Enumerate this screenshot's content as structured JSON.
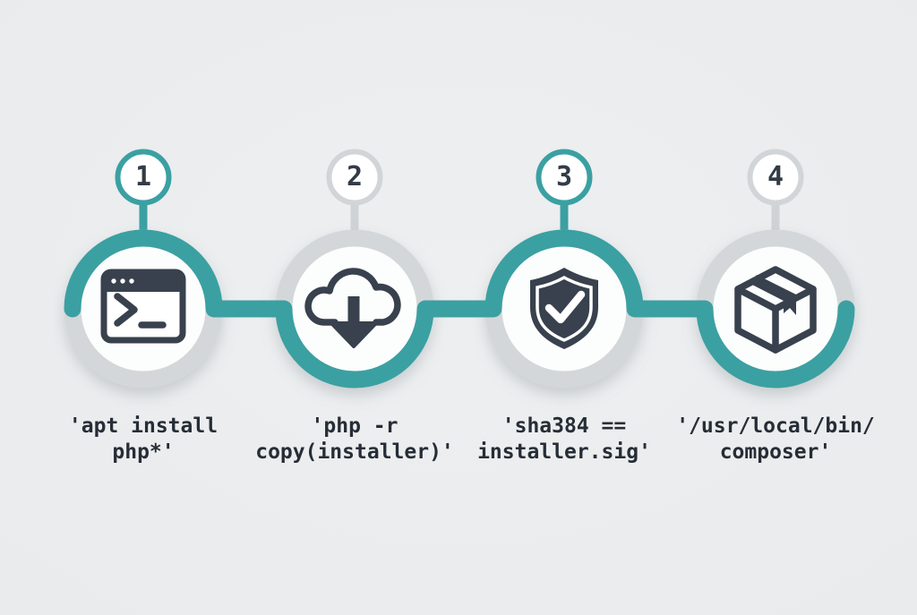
{
  "diagram": {
    "type": "process-timeline",
    "step_count": 4,
    "colors": {
      "accent_teal": "#3ba0a2",
      "ring_gray": "#d4d7d9",
      "stem_gray": "#cfd3d6",
      "icon_dark": "#38414d",
      "text_dark": "#262d36",
      "circle_fill": "#fcfdfd",
      "background": "#e9ebed"
    },
    "steps": [
      {
        "number": "1",
        "icon": "terminal-window-icon",
        "caption": "'apt install\nphp*'"
      },
      {
        "number": "2",
        "icon": "cloud-download-icon",
        "caption": "'php -r\ncopy(installer)'"
      },
      {
        "number": "3",
        "icon": "shield-check-icon",
        "caption": "'sha384 ==\ninstaller.sig'"
      },
      {
        "number": "4",
        "icon": "package-box-icon",
        "caption": "'/usr/local/bin/\ncomposer'"
      }
    ]
  }
}
